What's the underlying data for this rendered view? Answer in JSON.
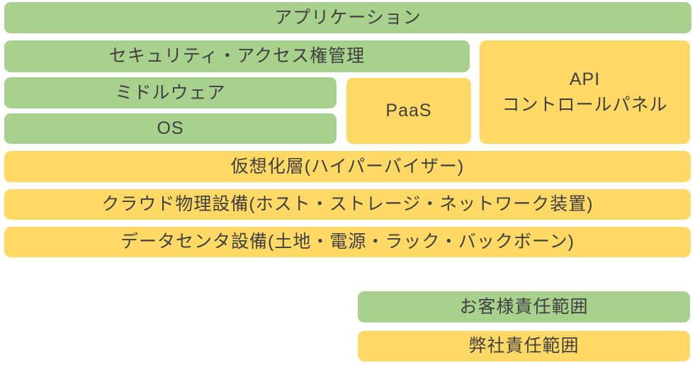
{
  "colors": {
    "customer_green": "#A9D18E",
    "company_yellow": "#FFD966",
    "text": "#404040"
  },
  "layers": {
    "application": {
      "label": "アプリケーション"
    },
    "security": {
      "label": "セキュリティ・アクセス権管理"
    },
    "middleware": {
      "label": "ミドルウェア"
    },
    "os": {
      "label": "OS"
    },
    "paas": {
      "label": "PaaS"
    },
    "api": {
      "line1": "API",
      "line2": "コントロールパネル"
    },
    "virtualization": {
      "label": "仮想化層(ハイパーバイザー)"
    },
    "physical": {
      "label": "クラウド物理設備(ホスト・ストレージ・ネットワーク装置)"
    },
    "datacenter": {
      "label": "データセンタ設備(土地・電源・ラック・バックボーン)"
    }
  },
  "legend": {
    "customer": {
      "label": "お客様責任範囲"
    },
    "company": {
      "label": "弊社責任範囲"
    }
  }
}
